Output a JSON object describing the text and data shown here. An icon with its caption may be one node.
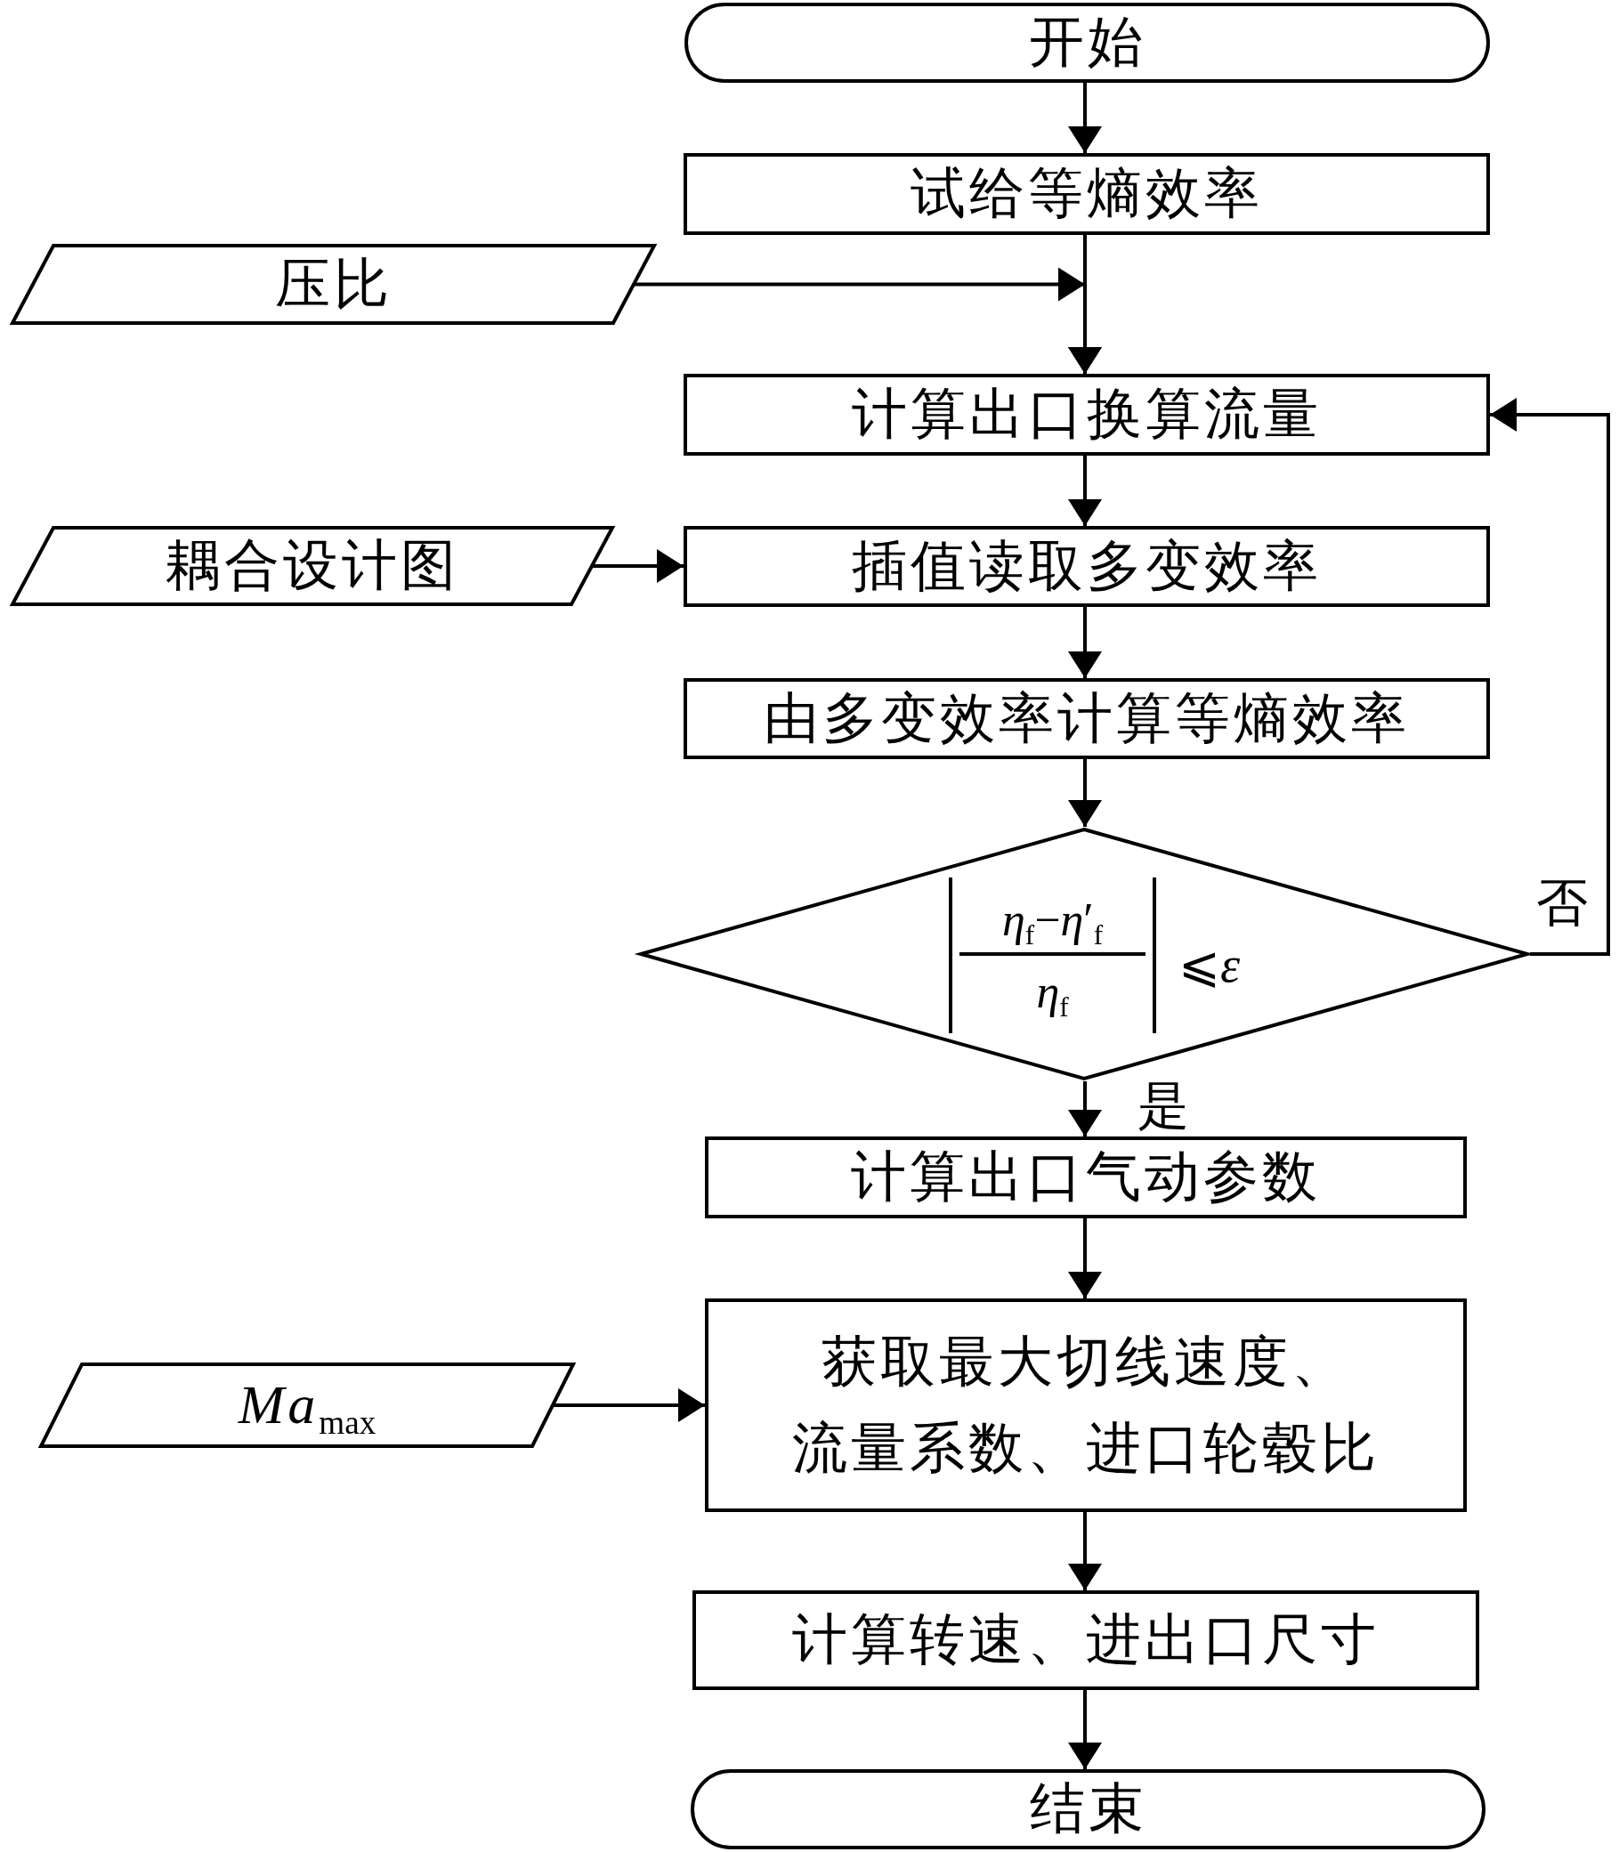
{
  "diagram": {
    "nodes": [
      {
        "text": [
          "开始"
        ]
      },
      {
        "text": [
          "试给等熵效率"
        ]
      },
      {
        "text": [
          "压比"
        ]
      },
      {
        "text": [
          "计算出口换算流量"
        ]
      },
      {
        "text": [
          "耦合设计图"
        ]
      },
      {
        "text": [
          "插值读取多变效率"
        ]
      },
      {
        "text": [
          "由多变效率计算等熵效率"
        ]
      },
      {
        "text": [
          "*η*$_{f}$−*η*′$_{f}$",
          "*η*$_{f}$",
          "⩽*ε*"
        ]
      },
      {
        "text": [
          "计算出口气动参数"
        ]
      },
      {
        "text": [
          "*Ma*$_{max}$"
        ]
      },
      {
        "text": [
          "获取最大切线速度、流量系数、进口轮毂比"
        ]
      },
      {
        "text": [
          "计算转速、进出口尺寸"
        ]
      },
      {
        "text": [
          "结束"
        ]
      }
    ],
    "edges": [
      {
        "from": 0,
        "to": 1,
        "arrow": "to"
      },
      {
        "from": 1,
        "to": 3,
        "arrow": "to"
      },
      {
        "from": 2,
        "to": 3,
        "arrow": "to"
      },
      {
        "from": 3,
        "to": 5,
        "arrow": "to"
      },
      {
        "from": 4,
        "to": 5,
        "arrow": "to"
      },
      {
        "from": 5,
        "to": 6,
        "arrow": "to"
      },
      {
        "from": 6,
        "to": 7,
        "arrow": "to"
      },
      {
        "from": 7,
        "to": 3,
        "arrow": "to",
        "label": "否"
      },
      {
        "from": 7,
        "to": 8,
        "arrow": "to",
        "label": "是"
      },
      {
        "from": 8,
        "to": 10,
        "arrow": "to"
      },
      {
        "from": 9,
        "to": 10,
        "arrow": "to"
      },
      {
        "from": 10,
        "to": 11,
        "arrow": "to"
      },
      {
        "from": 11,
        "to": 12,
        "arrow": "to"
      }
    ]
  }
}
